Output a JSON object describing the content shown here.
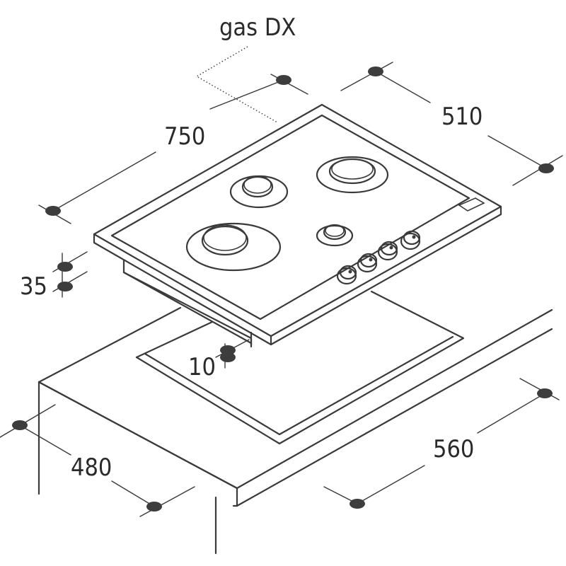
{
  "model_label": "gas DX",
  "dimensions": {
    "hob_width": "750",
    "hob_depth": "510",
    "hob_height": "35",
    "clearance": "10",
    "cutout_depth": "480",
    "cutout_width": "560"
  },
  "burner_count": 4,
  "knob_count": 4,
  "colors": {
    "line": "#3a3a3a",
    "node": "#3d3d3d",
    "text": "#2a2a2a",
    "background": "#ffffff"
  }
}
